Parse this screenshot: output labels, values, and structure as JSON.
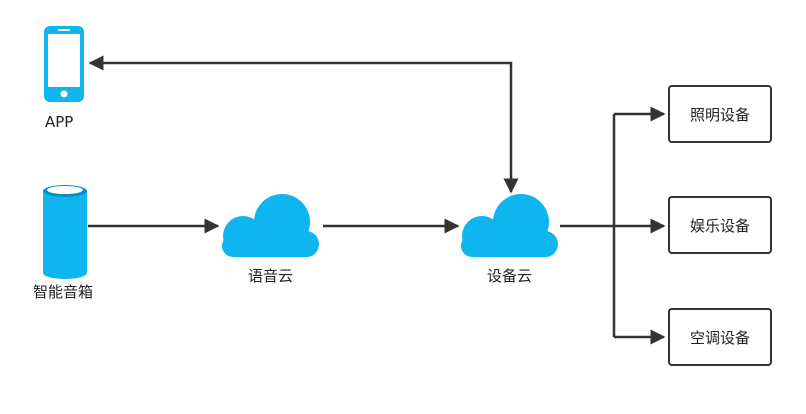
{
  "nodes": {
    "app": {
      "label": "APP",
      "icon": "smartphone-icon"
    },
    "speaker": {
      "label": "智能音箱",
      "icon": "smart-speaker-icon"
    },
    "voice_cloud": {
      "label": "语音云",
      "icon": "cloud-icon"
    },
    "device_cloud": {
      "label": "设备云",
      "icon": "cloud-icon"
    }
  },
  "devices": [
    {
      "label": "照明设备"
    },
    {
      "label": "娱乐设备"
    },
    {
      "label": "空调设备"
    }
  ],
  "colors": {
    "icon": "#0fb5ee",
    "icon_dark": "#0a8fc2",
    "line": "#333333"
  }
}
